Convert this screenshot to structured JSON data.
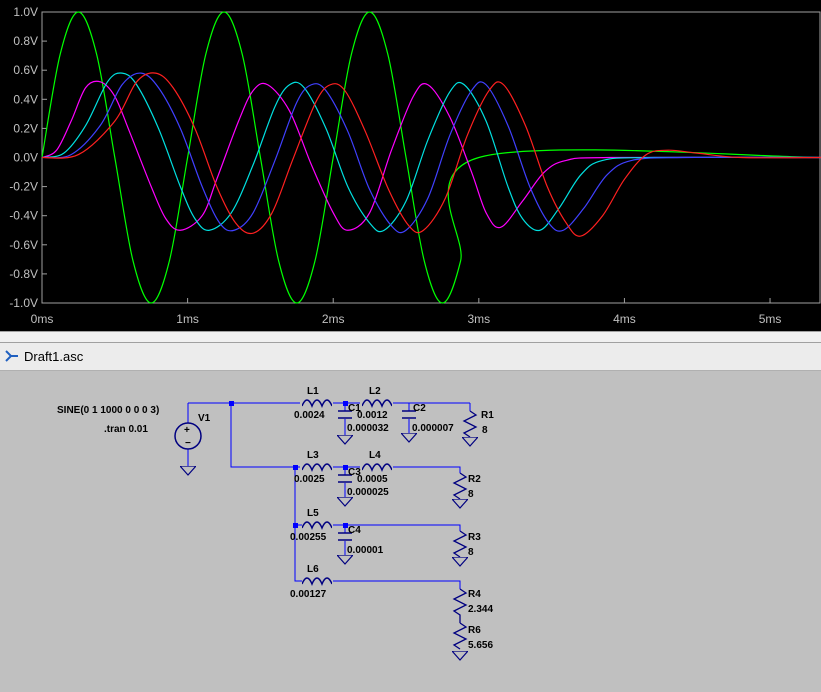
{
  "window": {
    "tab_title": "Draft1.asc"
  },
  "chart_data": {
    "type": "line",
    "title": "",
    "xlabel": "",
    "ylabel": "",
    "xlim": [
      0,
      5.35
    ],
    "ylim": [
      -1.0,
      1.0
    ],
    "x_ticks": [
      "0ms",
      "1ms",
      "2ms",
      "3ms",
      "4ms",
      "5ms"
    ],
    "y_ticks": [
      "1.0V",
      "0.8V",
      "0.6V",
      "0.4V",
      "0.2V",
      "0.0V",
      "-0.2V",
      "-0.4V",
      "-0.6V",
      "-0.8V",
      "-1.0V"
    ],
    "background": "#000000",
    "grid": false,
    "series": [
      {
        "color": "#00ff00",
        "points": [
          [
            0,
            0
          ],
          [
            0.125,
            0.71
          ],
          [
            0.25,
            1.0
          ],
          [
            0.375,
            0.71
          ],
          [
            0.5,
            0
          ],
          [
            0.625,
            -0.71
          ],
          [
            0.75,
            -1.0
          ],
          [
            0.875,
            -0.71
          ],
          [
            1.0,
            0
          ],
          [
            1.125,
            0.71
          ],
          [
            1.25,
            1.0
          ],
          [
            1.375,
            0.71
          ],
          [
            1.5,
            0
          ],
          [
            1.625,
            -0.71
          ],
          [
            1.75,
            -1.0
          ],
          [
            1.875,
            -0.71
          ],
          [
            2.0,
            0
          ],
          [
            2.125,
            0.71
          ],
          [
            2.25,
            1.0
          ],
          [
            2.375,
            0.71
          ],
          [
            2.5,
            0
          ],
          [
            2.625,
            -0.71
          ],
          [
            2.75,
            -1.0
          ],
          [
            2.875,
            -0.71
          ],
          [
            3.0,
            0
          ],
          [
            5.35,
            0
          ]
        ]
      },
      {
        "color": "#ff00ff",
        "points": [
          [
            0,
            0
          ],
          [
            0.1,
            0.05
          ],
          [
            0.2,
            0.25
          ],
          [
            0.3,
            0.48
          ],
          [
            0.4,
            0.52
          ],
          [
            0.5,
            0.42
          ],
          [
            0.6,
            0.18
          ],
          [
            0.75,
            -0.2
          ],
          [
            0.85,
            -0.42
          ],
          [
            0.95,
            -0.5
          ],
          [
            1.1,
            -0.4
          ],
          [
            1.2,
            -0.15
          ],
          [
            1.35,
            0.25
          ],
          [
            1.45,
            0.46
          ],
          [
            1.55,
            0.5
          ],
          [
            1.7,
            0.32
          ],
          [
            1.85,
            -0.05
          ],
          [
            2.0,
            -0.38
          ],
          [
            2.1,
            -0.5
          ],
          [
            2.25,
            -0.38
          ],
          [
            2.4,
            0.05
          ],
          [
            2.55,
            0.42
          ],
          [
            2.65,
            0.5
          ],
          [
            2.8,
            0.28
          ],
          [
            2.95,
            -0.1
          ],
          [
            3.05,
            -0.38
          ],
          [
            3.15,
            -0.48
          ],
          [
            3.3,
            -0.3
          ],
          [
            3.45,
            -0.1
          ],
          [
            3.6,
            -0.02
          ],
          [
            3.9,
            0.0
          ],
          [
            5.35,
            0
          ]
        ]
      },
      {
        "color": "#00e0e0",
        "points": [
          [
            0,
            0
          ],
          [
            0.15,
            0.03
          ],
          [
            0.3,
            0.22
          ],
          [
            0.45,
            0.52
          ],
          [
            0.55,
            0.58
          ],
          [
            0.65,
            0.5
          ],
          [
            0.8,
            0.2
          ],
          [
            0.95,
            -0.2
          ],
          [
            1.05,
            -0.42
          ],
          [
            1.15,
            -0.5
          ],
          [
            1.3,
            -0.38
          ],
          [
            1.45,
            -0.05
          ],
          [
            1.6,
            0.35
          ],
          [
            1.7,
            0.5
          ],
          [
            1.8,
            0.48
          ],
          [
            1.95,
            0.2
          ],
          [
            2.1,
            -0.2
          ],
          [
            2.25,
            -0.45
          ],
          [
            2.35,
            -0.5
          ],
          [
            2.5,
            -0.3
          ],
          [
            2.65,
            0.12
          ],
          [
            2.8,
            0.45
          ],
          [
            2.9,
            0.5
          ],
          [
            3.05,
            0.25
          ],
          [
            3.2,
            -0.2
          ],
          [
            3.3,
            -0.42
          ],
          [
            3.42,
            -0.5
          ],
          [
            3.55,
            -0.35
          ],
          [
            3.7,
            -0.12
          ],
          [
            3.85,
            -0.02
          ],
          [
            4.2,
            0.0
          ],
          [
            5.35,
            0
          ]
        ]
      },
      {
        "color": "#4040ff",
        "points": [
          [
            0,
            0
          ],
          [
            0.2,
            0.02
          ],
          [
            0.4,
            0.22
          ],
          [
            0.55,
            0.5
          ],
          [
            0.68,
            0.58
          ],
          [
            0.8,
            0.48
          ],
          [
            0.95,
            0.2
          ],
          [
            1.1,
            -0.2
          ],
          [
            1.22,
            -0.45
          ],
          [
            1.32,
            -0.5
          ],
          [
            1.45,
            -0.38
          ],
          [
            1.6,
            -0.02
          ],
          [
            1.75,
            0.38
          ],
          [
            1.85,
            0.5
          ],
          [
            1.95,
            0.46
          ],
          [
            2.1,
            0.18
          ],
          [
            2.25,
            -0.22
          ],
          [
            2.4,
            -0.47
          ],
          [
            2.5,
            -0.5
          ],
          [
            2.65,
            -0.28
          ],
          [
            2.8,
            0.15
          ],
          [
            2.95,
            0.46
          ],
          [
            3.05,
            0.5
          ],
          [
            3.2,
            0.22
          ],
          [
            3.35,
            -0.2
          ],
          [
            3.48,
            -0.45
          ],
          [
            3.58,
            -0.5
          ],
          [
            3.72,
            -0.35
          ],
          [
            3.88,
            -0.12
          ],
          [
            4.05,
            -0.02
          ],
          [
            4.4,
            0.0
          ],
          [
            5.35,
            0
          ]
        ]
      },
      {
        "color": "#ff2020",
        "points": [
          [
            0,
            0
          ],
          [
            0.25,
            0.02
          ],
          [
            0.5,
            0.25
          ],
          [
            0.65,
            0.52
          ],
          [
            0.78,
            0.58
          ],
          [
            0.9,
            0.48
          ],
          [
            1.05,
            0.2
          ],
          [
            1.2,
            -0.2
          ],
          [
            1.33,
            -0.45
          ],
          [
            1.45,
            -0.52
          ],
          [
            1.58,
            -0.38
          ],
          [
            1.72,
            -0.02
          ],
          [
            1.88,
            0.38
          ],
          [
            1.98,
            0.5
          ],
          [
            2.08,
            0.46
          ],
          [
            2.22,
            0.18
          ],
          [
            2.38,
            -0.22
          ],
          [
            2.52,
            -0.47
          ],
          [
            2.62,
            -0.5
          ],
          [
            2.77,
            -0.28
          ],
          [
            2.92,
            0.15
          ],
          [
            3.07,
            0.46
          ],
          [
            3.17,
            0.5
          ],
          [
            3.32,
            0.22
          ],
          [
            3.47,
            -0.2
          ],
          [
            3.6,
            -0.45
          ],
          [
            3.7,
            -0.54
          ],
          [
            3.85,
            -0.4
          ],
          [
            4.0,
            -0.15
          ],
          [
            4.15,
            0.02
          ],
          [
            4.3,
            0.05
          ],
          [
            4.5,
            0.03
          ],
          [
            4.8,
            0.0
          ],
          [
            5.35,
            0
          ]
        ]
      }
    ]
  },
  "schematic": {
    "source": {
      "spice": "SINE(0 1 1000 0 0 0 3)",
      "directive": ".tran 0.01",
      "name": "V1"
    },
    "components": [
      {
        "ref": "L1",
        "value": "0.0024"
      },
      {
        "ref": "L2",
        "value": "0.0012"
      },
      {
        "ref": "C1",
        "value": "0.000032"
      },
      {
        "ref": "C2",
        "value": "0.000007"
      },
      {
        "ref": "R1",
        "value": "8"
      },
      {
        "ref": "L3",
        "value": "0.0025"
      },
      {
        "ref": "L4",
        "value": "0.0005"
      },
      {
        "ref": "C3",
        "value": "0.000025"
      },
      {
        "ref": "R2",
        "value": "8"
      },
      {
        "ref": "L5",
        "value": "0.00255"
      },
      {
        "ref": "C4",
        "value": "0.00001"
      },
      {
        "ref": "R3",
        "value": "8"
      },
      {
        "ref": "L6",
        "value": "0.00127"
      },
      {
        "ref": "R4",
        "value": "2.344"
      },
      {
        "ref": "R6",
        "value": "5.656"
      }
    ],
    "wire_color": "#0000ff",
    "symbol_color": "#000080"
  }
}
